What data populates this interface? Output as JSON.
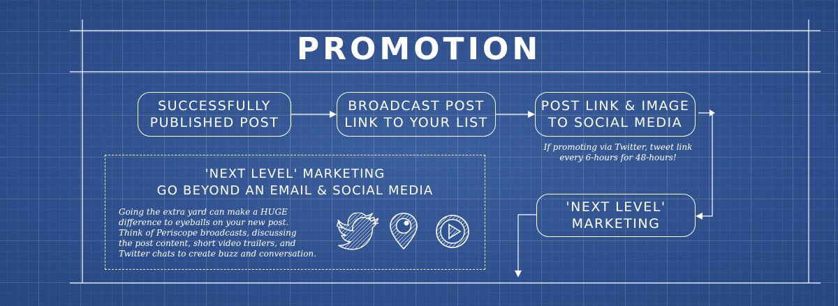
{
  "title": "PROMOTION",
  "steps": [
    {
      "label": "SUCCESSFULLY\nPUBLISHED POST"
    },
    {
      "label": "BROADCAST POST\nLINK TO YOUR LIST"
    },
    {
      "label": "POST LINK & IMAGE\nTO SOCIAL MEDIA"
    },
    {
      "label": "'NEXT LEVEL'\nMARKETING"
    }
  ],
  "social_note": "If promoting via Twitter, tweet link\nevery 6-hours for 48-hours!",
  "next_level": {
    "heading_line1": "'NEXT LEVEL' MARKETING",
    "heading_line2": "GO BEYOND AN EMAIL & SOCIAL MEDIA",
    "body": "Going the extra yard can make a HUGE\ndifference to eyeballs on your new post.\nThink of Periscope broadcasts, discussing\nthe post content, short video trailers, and\nTwitter chats to create buzz and conversation.",
    "icons": [
      "twitter-bird-icon",
      "periscope-pin-icon",
      "play-button-icon"
    ]
  },
  "colors": {
    "background": "#2f5597",
    "line": "#ffffff"
  }
}
